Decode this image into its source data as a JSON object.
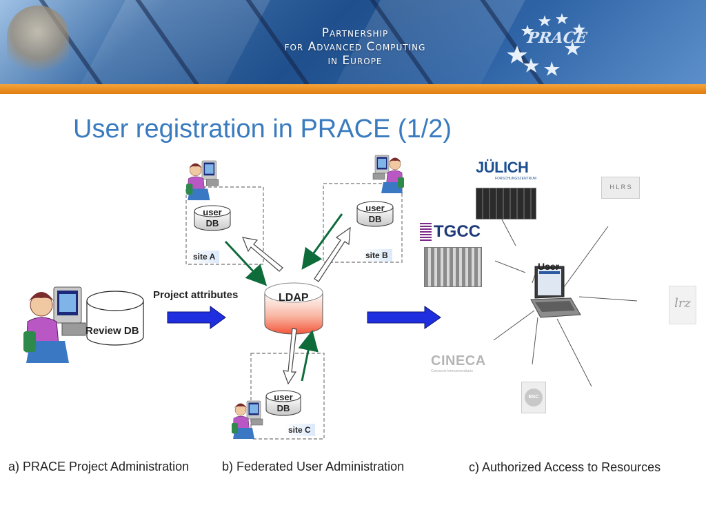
{
  "header": {
    "org_line1": "Partnership",
    "org_line2": "for Advanced Computing",
    "org_line3": "in Europe",
    "logo_text": "PRACE"
  },
  "slide": {
    "title": "User registration in PRACE (1/2)"
  },
  "diagram": {
    "review_db_label": "Review DB",
    "project_attributes_label": "Project  attributes",
    "ldap_label": "LDAP",
    "site_a": {
      "db_line1": "user",
      "db_line2": "DB",
      "site_label": "site A"
    },
    "site_b": {
      "db_line1": "user",
      "db_line2": "DB",
      "site_label": "site B"
    },
    "site_c": {
      "db_line1": "user",
      "db_line2": "DB",
      "site_label": "site C"
    },
    "user_label": "User",
    "resources": [
      {
        "name": "JÜLICH",
        "sub": "FORSCHUNGSZENTRUM"
      },
      {
        "name": "H L R S"
      },
      {
        "name": "TGCC"
      },
      {
        "name": "CINECA",
        "sub": "Consorzio Interuniversitario"
      },
      {
        "name": "BSC"
      },
      {
        "name": "lrz"
      }
    ]
  },
  "captions": {
    "a": "a) PRACE Project Administration",
    "b": "b) Federated User Administration",
    "c": "c) Authorized Access to Resources"
  },
  "colors": {
    "title_blue": "#3a7bbf",
    "arrow_blue": "#1f2fe0",
    "arrow_green": "#0e6b3a",
    "ldap_red": "#f3573c",
    "orange_bar": "#ee8a1e"
  }
}
